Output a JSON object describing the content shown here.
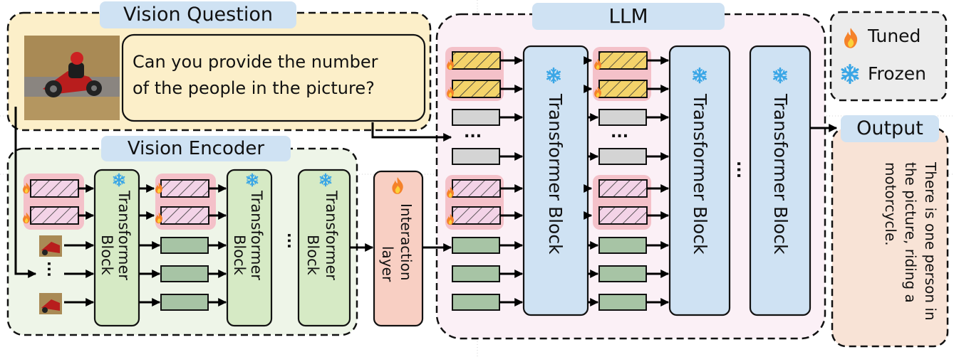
{
  "labels": {
    "vision_question": "Vision Question",
    "vision_encoder": "Vision Encoder",
    "llm": "LLM",
    "output": "Output"
  },
  "question": {
    "line1": "Can you provide the number",
    "line2": "of the people in the picture?"
  },
  "answer": "There is one person in the picture, riding a motorcycle.",
  "legend": {
    "tuned": "Tuned",
    "tuned_icon": "fire-icon",
    "frozen": "Frozen",
    "frozen_icon": "snowflake-icon"
  },
  "encoder_block_line1": "Transformer",
  "encoder_block_line2": "Block",
  "llm_block": "Transformer Block",
  "interaction_layer_line1": "Interaction",
  "interaction_layer_line2": "layer",
  "ellipsis": "...",
  "photo": "motorcycle-racer-photo",
  "colors": {
    "question_panel": "#fcefc9",
    "encoder_panel": "#eef5e8",
    "llm_panel": "#fbf0f6",
    "output_panel": "#f8e3d6",
    "legend_panel": "#ececec",
    "label_tag": "#cfe2f3",
    "transformer_block_blue": "#cfe2f3",
    "transformer_block_green": "#d6eac5",
    "interaction_layer": "#f8cfc3",
    "tuned_token_group": "#f4c1c9",
    "pink_token": "#f3d3e7",
    "yellow_token": "#f4d36a",
    "gray_token": "#d4d4d4",
    "green_token": "#a7c4a5"
  }
}
